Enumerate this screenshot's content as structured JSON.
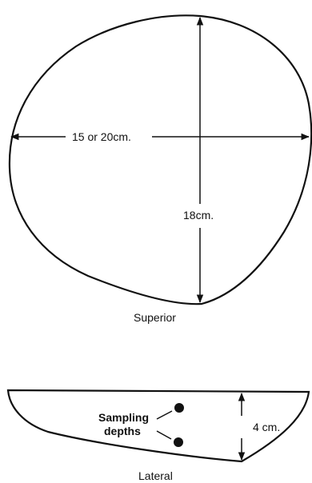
{
  "superior_view": {
    "width_label": "15 or 20cm.",
    "height_label": "18cm.",
    "caption": "Superior"
  },
  "lateral_view": {
    "sampling_label_line1": "Sampling",
    "sampling_label_line2": "depths",
    "depth_label": "4 cm.",
    "caption": "Lateral"
  },
  "colors": {
    "ink": "#111111",
    "background": "#ffffff"
  }
}
